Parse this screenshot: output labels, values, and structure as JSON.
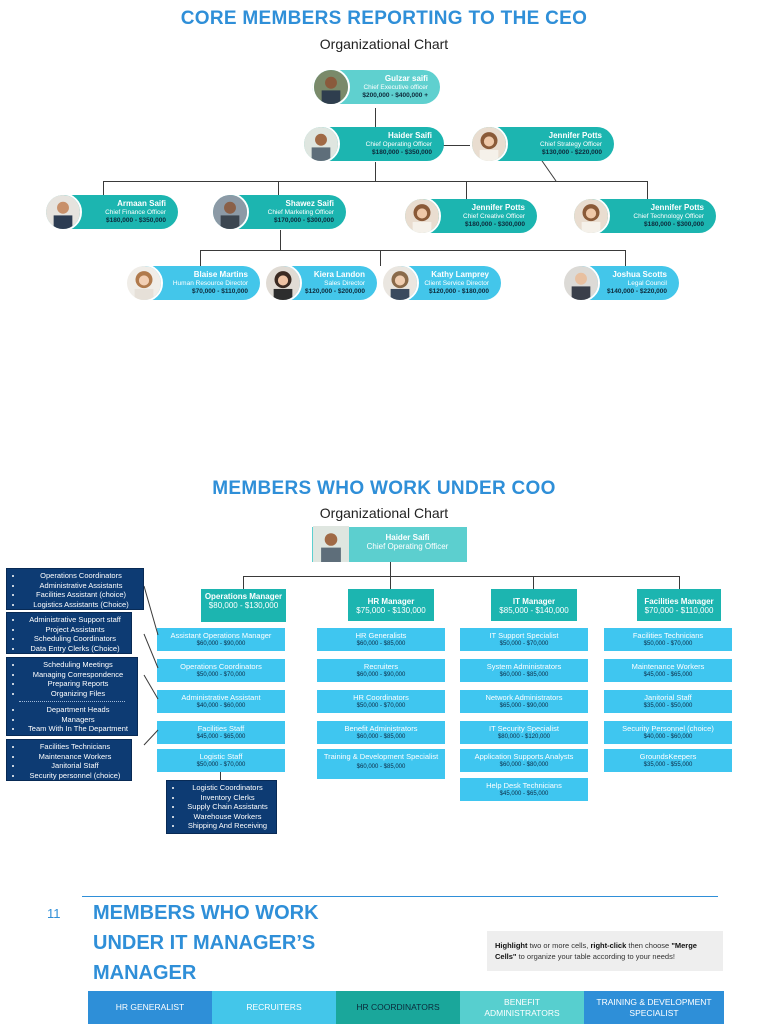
{
  "section1": {
    "title": "CORE MEMBERS REPORTING TO THE CEO",
    "subtitle": "Organizational Chart",
    "ceo": {
      "name": "Gulzar saifi",
      "role": "Chief Executive officer",
      "salary": "$200,000 - $400,000 +"
    },
    "row2": [
      {
        "name": "Haider Saifi",
        "role": "Chief Operating Officer",
        "salary": "$180,000 - $350,000"
      },
      {
        "name": "Jennifer Potts",
        "role": "Chief Strategy Officer",
        "salary": "$130,000 - $220,000"
      }
    ],
    "row3": [
      {
        "name": "Armaan Saifi",
        "role": "Chief Finance Officer",
        "salary": "$180,000 - $350,000"
      },
      {
        "name": "Shawez Saifi",
        "role": "Chief Marketing Officer",
        "salary": "$170,000 - $300,000"
      },
      {
        "name": "Jennifer Potts",
        "role": "Chief Creative Officer",
        "salary": "$180,000 - $300,000"
      },
      {
        "name": "Jennifer Potts",
        "role": "Chief Technology Officer",
        "salary": "$180,000 - $300,000"
      }
    ],
    "row4": [
      {
        "name": "Blaise Martins",
        "role": "Human Resource Director",
        "salary": "$70,000 - $110,000"
      },
      {
        "name": "Kiera Landon",
        "role": "Sales Director",
        "salary": "$120,000 - $200,000"
      },
      {
        "name": "Kathy Lamprey",
        "role": "Client Service Director",
        "salary": "$120,000 - $180,000"
      },
      {
        "name": "Joshua Scotts",
        "role": "Legal Council",
        "salary": "$140,000 - $220,000"
      }
    ]
  },
  "section2": {
    "title": "MEMBERS WHO WORK UNDER COO",
    "subtitle": "Organizational Chart",
    "head": {
      "name": "Haider Saifi",
      "role": "Chief Operating Officer"
    },
    "managers": [
      {
        "title": "Operations Manager",
        "range": "$80,000 - $130,000",
        "roles": [
          {
            "t": "Assistant Operations Manager",
            "r": "$60,000 - $90,000"
          },
          {
            "t": "Operations Coordinators",
            "r": "$50,000 - $70,000"
          },
          {
            "t": "Administrative Assistant",
            "r": "$40,000 - $60,000"
          },
          {
            "t": "Facilities Staff",
            "r": "$45,000 - $65,000"
          },
          {
            "t": "Logistic Staff",
            "r": "$50,000 - $70,000"
          }
        ]
      },
      {
        "title": "HR Manager",
        "range": "$75,000 - $130,000",
        "roles": [
          {
            "t": "HR Generalists",
            "r": "$60,000 - $85,000"
          },
          {
            "t": "Recruiters",
            "r": "$60,000 - $90,000"
          },
          {
            "t": "HR Coordinators",
            "r": "$50,000 - $70,000"
          },
          {
            "t": "Benefit Administrators",
            "r": "$60,000 - $85,000"
          },
          {
            "t": "Training & Development Specialist",
            "r": "$60,000 - $85,000"
          }
        ]
      },
      {
        "title": "IT Manager",
        "range": "$85,000 - $140,000",
        "roles": [
          {
            "t": "IT Support Specialist",
            "r": "$50,000 - $70,000"
          },
          {
            "t": "System Administrators",
            "r": "$60,000 - $85,000"
          },
          {
            "t": "Network Administrators",
            "r": "$65,000 - $90,000"
          },
          {
            "t": "IT Security Specialist",
            "r": "$80,000 - $120,000"
          },
          {
            "t": "Application Supports Analysts",
            "r": "$60,000 - $80,000"
          },
          {
            "t": "Help Desk Technicians",
            "r": "$45,000 - $65,000"
          }
        ]
      },
      {
        "title": "Facilities Manager",
        "range": "$70,000 - $110,000",
        "roles": [
          {
            "t": "Facilities Technicians",
            "r": "$50,000 - $70,000"
          },
          {
            "t": "Maintenance Workers",
            "r": "$45,000 - $65,000"
          },
          {
            "t": "Janitorial Staff",
            "r": "$35,000 - $50,000"
          },
          {
            "t": "Security Personnel (choice)",
            "r": "$40,000 - $60,000"
          },
          {
            "t": "GroundsKeepers",
            "r": "$35,000 - $55,000"
          }
        ]
      }
    ],
    "boxes": [
      [
        "Operations Coordinators",
        "Administrative Assistants",
        "Facilities Assistant (choice)",
        "Logistics Assistants (Choice)"
      ],
      [
        "Administrative Support staff",
        "Project Assistants",
        "Scheduling Coordinators",
        "Data Entry Clerks (Choice)"
      ],
      [
        "Scheduling Meetings",
        "Managing Correspondence",
        "Preparing Reports",
        "Organizing Files"
      ],
      [
        "Department Heads",
        "Managers",
        "Team With In The Department"
      ],
      [
        "Facilities Technicians",
        "Maintenance Workers",
        "Janitorial Staff",
        "Security personnel (choice)"
      ],
      [
        "Logistic Coordinators",
        "Inventory Clerks",
        "Supply Chain Assistants",
        "Warehouse Workers",
        "Shipping And Receiving"
      ]
    ]
  },
  "section3": {
    "page_number": "11",
    "title_lines": [
      "MEMBERS WHO WORK",
      "UNDER IT MANAGER’S",
      "MANAGER"
    ],
    "note": {
      "b1": "Highlight",
      "t1": " two or more cells, ",
      "b2": "right-click",
      "t2": " then choose ",
      "b3": "\"Merge Cells\"",
      "t3": " to organize your table according to your needs!"
    },
    "columns": [
      "HR GENERALIST",
      "RECRUITERS",
      "HR COORDINATORS",
      "BENEFIT ADMINISTRATORS",
      "TRAINING & DEVELOPMENT SPECIALIST"
    ],
    "column_colors": [
      "#2e8fd8",
      "#43c6ea",
      "#1aa79b",
      "#57cfcf",
      "#2e8fd8"
    ]
  }
}
